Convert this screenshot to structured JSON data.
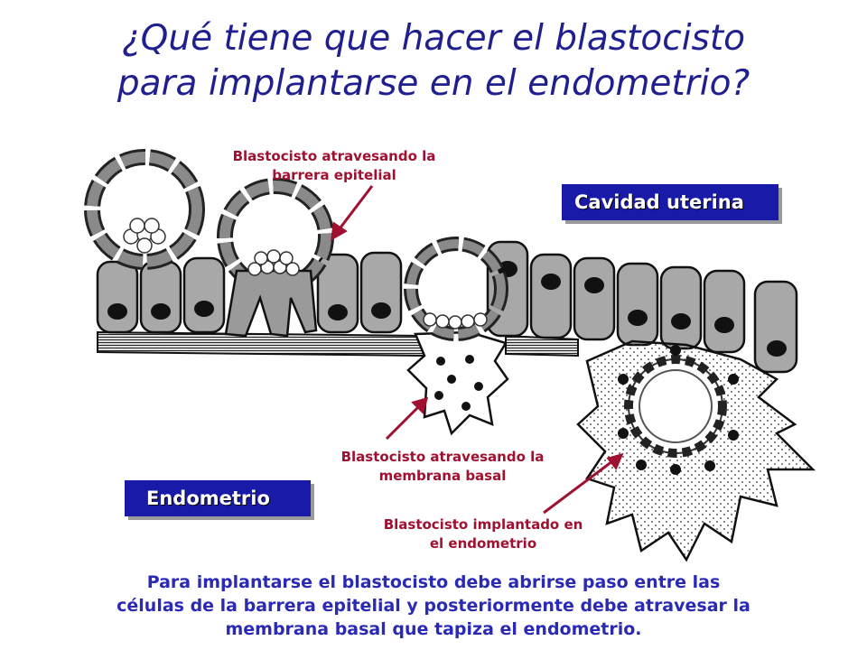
{
  "title": {
    "line1": "¿Qué tiene que hacer el blastocisto",
    "line2": "para implantarse en el endometrio?"
  },
  "labels": {
    "epithelial": {
      "line1": "Blastocisto atravesando la",
      "line2": "barrera  epitelial"
    },
    "basal": {
      "line1": "Blastocisto atravesando la",
      "line2": "membrana basal"
    },
    "implanted": {
      "line1": "Blastocisto implantado en",
      "line2": "el endometrio"
    }
  },
  "boxes": {
    "cavity": "Cavidad uterina",
    "endometrium": "Endometrio"
  },
  "caption": {
    "line1": "Para implantarse el blastocisto debe abrirse paso entre las",
    "line2": "células de la barrera epitelial y posteriormente debe atravesar la",
    "line3": "membrana basal que tapiza el  endometrio."
  },
  "colors": {
    "title": "#1f1f8f",
    "label": "#a01030",
    "box": "#1a1aa8",
    "caption": "#2a2ab5"
  }
}
